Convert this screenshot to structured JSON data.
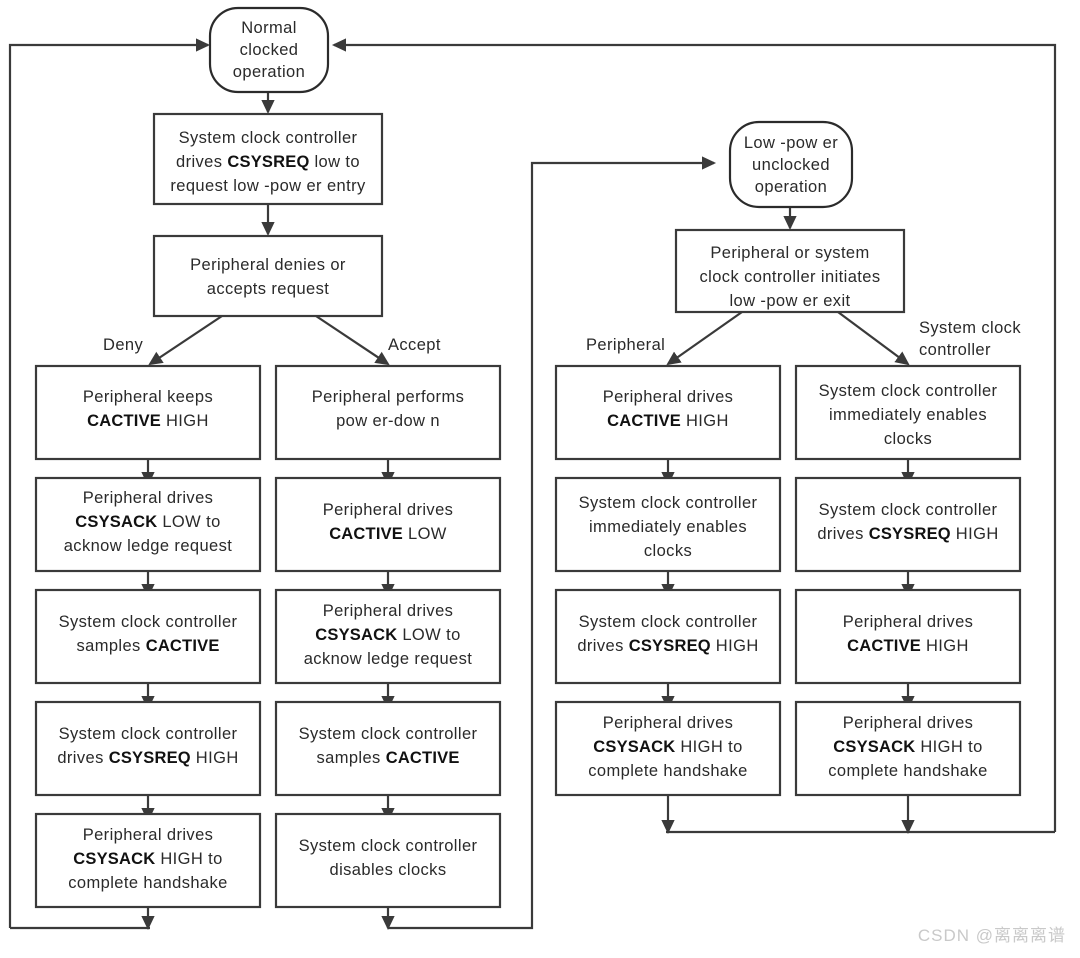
{
  "diagram": {
    "title": "Low-power clock request handshake flowchart",
    "colors": {
      "stroke": "#3a3a3a",
      "box_fill": "#ffffff",
      "text": "#2a2a2a",
      "bold_text": "#111111",
      "watermark": "#c9c9c9",
      "background": "#ffffff"
    },
    "terminals": {
      "normal": {
        "lines": [
          "Normal",
          "clocked",
          "operation"
        ]
      },
      "lowpower": {
        "lines": [
          "Low -pow er",
          "unclocked",
          "operation"
        ]
      }
    },
    "boxes": {
      "entry_request": {
        "lines": [
          [
            {
              "t": "System clock controller",
              "b": false
            }
          ],
          [
            {
              "t": "drives ",
              "b": false
            },
            {
              "t": "CSYSREQ",
              "b": true
            },
            {
              "t": " low to",
              "b": false
            }
          ],
          [
            {
              "t": "request low -pow er entry",
              "b": false
            }
          ]
        ]
      },
      "deny_or_accept": {
        "lines": [
          [
            {
              "t": "Peripheral denies or",
              "b": false
            }
          ],
          [
            {
              "t": "accepts request",
              "b": false
            }
          ]
        ]
      },
      "deny_1": {
        "lines": [
          [
            {
              "t": "Peripheral keeps",
              "b": false
            }
          ],
          [
            {
              "t": "CACTIVE",
              "b": true
            },
            {
              "t": " HIGH",
              "b": false
            }
          ]
        ]
      },
      "deny_2": {
        "lines": [
          [
            {
              "t": "Peripheral drives",
              "b": false
            }
          ],
          [
            {
              "t": "CSYSACK",
              "b": true
            },
            {
              "t": " LOW to",
              "b": false
            }
          ],
          [
            {
              "t": "acknow ledge request",
              "b": false
            }
          ]
        ]
      },
      "deny_3": {
        "lines": [
          [
            {
              "t": "System clock controller",
              "b": false
            }
          ],
          [
            {
              "t": "samples ",
              "b": false
            },
            {
              "t": "CACTIVE",
              "b": true
            }
          ]
        ]
      },
      "deny_4": {
        "lines": [
          [
            {
              "t": "System clock controller",
              "b": false
            }
          ],
          [
            {
              "t": "drives ",
              "b": false
            },
            {
              "t": "CSYSREQ",
              "b": true
            },
            {
              "t": " HIGH",
              "b": false
            }
          ]
        ]
      },
      "deny_5": {
        "lines": [
          [
            {
              "t": "Peripheral drives",
              "b": false
            }
          ],
          [
            {
              "t": "CSYSACK",
              "b": true
            },
            {
              "t": " HIGH to",
              "b": false
            }
          ],
          [
            {
              "t": "complete handshake",
              "b": false
            }
          ]
        ]
      },
      "accept_1": {
        "lines": [
          [
            {
              "t": "Peripheral performs",
              "b": false
            }
          ],
          [
            {
              "t": "pow er-dow n",
              "b": false
            }
          ]
        ]
      },
      "accept_2": {
        "lines": [
          [
            {
              "t": "Peripheral drives",
              "b": false
            }
          ],
          [
            {
              "t": "CACTIVE",
              "b": true
            },
            {
              "t": " LOW",
              "b": false
            }
          ]
        ]
      },
      "accept_3": {
        "lines": [
          [
            {
              "t": "Peripheral drives",
              "b": false
            }
          ],
          [
            {
              "t": "CSYSACK",
              "b": true
            },
            {
              "t": " LOW to",
              "b": false
            }
          ],
          [
            {
              "t": "acknow ledge request",
              "b": false
            }
          ]
        ]
      },
      "accept_4": {
        "lines": [
          [
            {
              "t": "System clock controller",
              "b": false
            }
          ],
          [
            {
              "t": "samples ",
              "b": false
            },
            {
              "t": "CACTIVE",
              "b": true
            }
          ]
        ]
      },
      "accept_5": {
        "lines": [
          [
            {
              "t": "System clock controller",
              "b": false
            }
          ],
          [
            {
              "t": "disables clocks",
              "b": false
            }
          ]
        ]
      },
      "exit_initiate": {
        "lines": [
          [
            {
              "t": "Peripheral or system",
              "b": false
            }
          ],
          [
            {
              "t": "clock controller initiates",
              "b": false
            }
          ],
          [
            {
              "t": "low -pow er exit",
              "b": false
            }
          ]
        ]
      },
      "periph_exit_1": {
        "lines": [
          [
            {
              "t": "Peripheral drives",
              "b": false
            }
          ],
          [
            {
              "t": "CACTIVE",
              "b": true
            },
            {
              "t": " HIGH",
              "b": false
            }
          ]
        ]
      },
      "periph_exit_2": {
        "lines": [
          [
            {
              "t": "System clock controller",
              "b": false
            }
          ],
          [
            {
              "t": "immediately enables",
              "b": false
            }
          ],
          [
            {
              "t": "clocks",
              "b": false
            }
          ]
        ]
      },
      "periph_exit_3": {
        "lines": [
          [
            {
              "t": "System clock controller",
              "b": false
            }
          ],
          [
            {
              "t": "drives ",
              "b": false
            },
            {
              "t": "CSYSREQ",
              "b": true
            },
            {
              "t": " HIGH",
              "b": false
            }
          ]
        ]
      },
      "periph_exit_4": {
        "lines": [
          [
            {
              "t": "Peripheral drives",
              "b": false
            }
          ],
          [
            {
              "t": "CSYSACK",
              "b": true
            },
            {
              "t": " HIGH to",
              "b": false
            }
          ],
          [
            {
              "t": "complete handshake",
              "b": false
            }
          ]
        ]
      },
      "scc_exit_1": {
        "lines": [
          [
            {
              "t": "System clock controller",
              "b": false
            }
          ],
          [
            {
              "t": "immediately enables",
              "b": false
            }
          ],
          [
            {
              "t": "clocks",
              "b": false
            }
          ]
        ]
      },
      "scc_exit_2": {
        "lines": [
          [
            {
              "t": "System clock controller",
              "b": false
            }
          ],
          [
            {
              "t": "drives ",
              "b": false
            },
            {
              "t": "CSYSREQ",
              "b": true
            },
            {
              "t": " HIGH",
              "b": false
            }
          ]
        ]
      },
      "scc_exit_3": {
        "lines": [
          [
            {
              "t": "Peripheral drives",
              "b": false
            }
          ],
          [
            {
              "t": "CACTIVE",
              "b": true
            },
            {
              "t": " HIGH",
              "b": false
            }
          ]
        ]
      },
      "scc_exit_4": {
        "lines": [
          [
            {
              "t": "Peripheral drives",
              "b": false
            }
          ],
          [
            {
              "t": "CSYSACK",
              "b": true
            },
            {
              "t": " HIGH to",
              "b": false
            }
          ],
          [
            {
              "t": "complete handshake",
              "b": false
            }
          ]
        ]
      }
    },
    "edge_labels": {
      "deny": "Deny",
      "accept": "Accept",
      "peripheral": "Peripheral",
      "system_clock_controller_l1": "System clock",
      "system_clock_controller_l2": "controller"
    }
  },
  "watermark": {
    "text": "CSDN @离离离谱"
  }
}
